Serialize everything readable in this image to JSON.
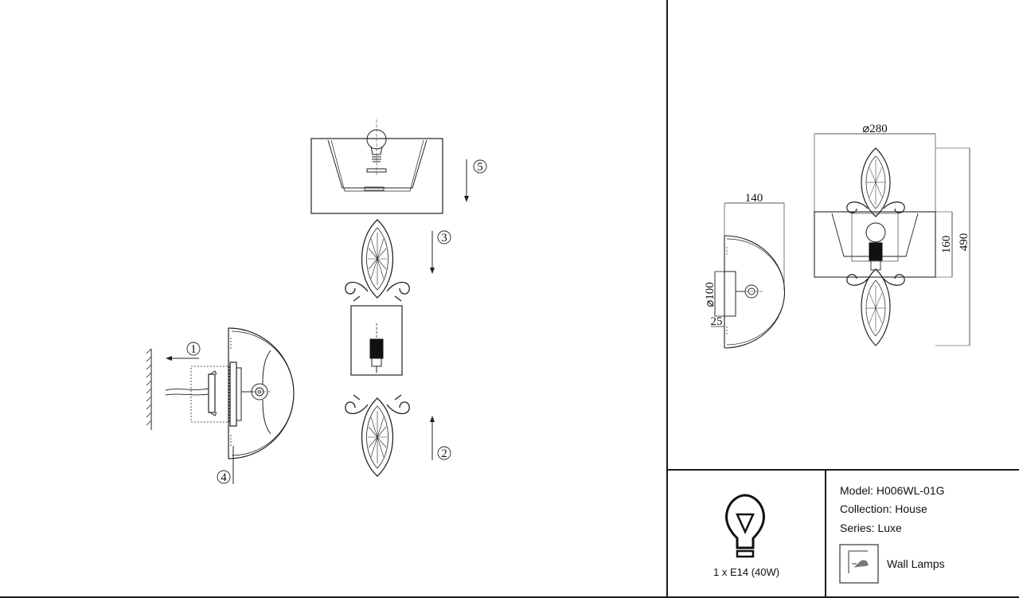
{
  "callouts": [
    "1",
    "2",
    "3",
    "4",
    "5"
  ],
  "dimensions": {
    "shade_diameter": "⌀280",
    "depth": "140",
    "shade_height": "160",
    "total_height": "490",
    "plate_diameter": "⌀100",
    "plate_depth": "25"
  },
  "bulb_info": "1 x E14 (40W)",
  "spec": {
    "model": "Model: H006WL-01G",
    "collection": "Collection: House",
    "series": "Series: Luxe"
  },
  "category": "Wall Lamps",
  "icons": {
    "bulb": "light-bulb-icon",
    "category": "wall-lamp-icon"
  }
}
